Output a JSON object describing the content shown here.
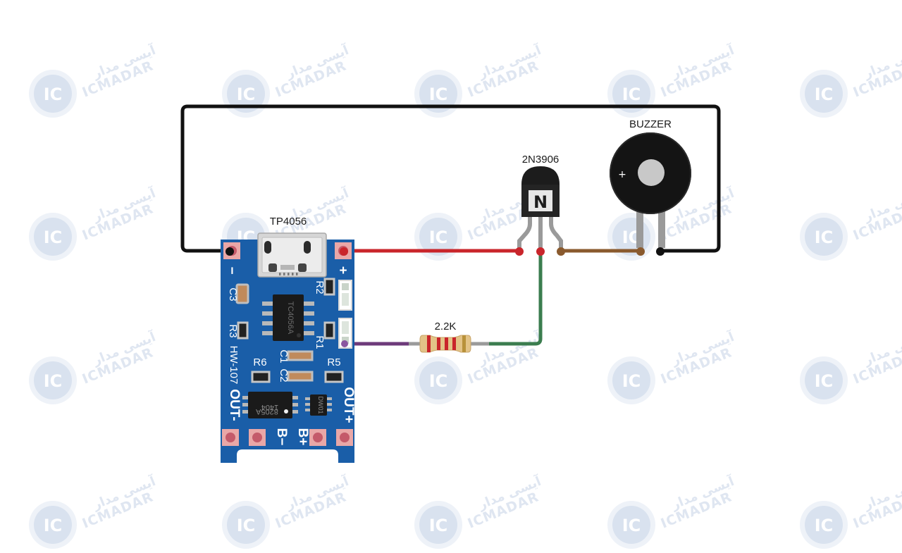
{
  "watermark": {
    "brand": "ICMADAR",
    "brand_fa": "آیسی مدار",
    "badge": "IC"
  },
  "labels": {
    "module": "TP4056",
    "transistor": "2N3906",
    "buzzer": "BUZZER",
    "buzzer_plus": "+",
    "resistor": "2.2K"
  },
  "pcb": {
    "minus": "−",
    "plus": "+",
    "c3": "C3",
    "r3": "R3",
    "r2": "R2",
    "r1": "R1",
    "c1": "C1",
    "c2": "C2",
    "r6": "R6",
    "r5": "R5",
    "hw": "HW-107",
    "out_minus": "OUT-",
    "out_plus": "OUT+",
    "b_minus": "B−",
    "b_plus": "B+",
    "chip1": "TC4056A",
    "chip2": "8205A",
    "chip2_code": "1404",
    "chip3": "DW01",
    "transistor_mark": "N"
  },
  "colors": {
    "wire_black": "#111111",
    "wire_red": "#c9252b",
    "wire_green": "#3b7d4f",
    "wire_brown": "#8a5a2e",
    "wire_purple": "#6d3a7a",
    "pcb_blue": "#1a5ea8"
  }
}
